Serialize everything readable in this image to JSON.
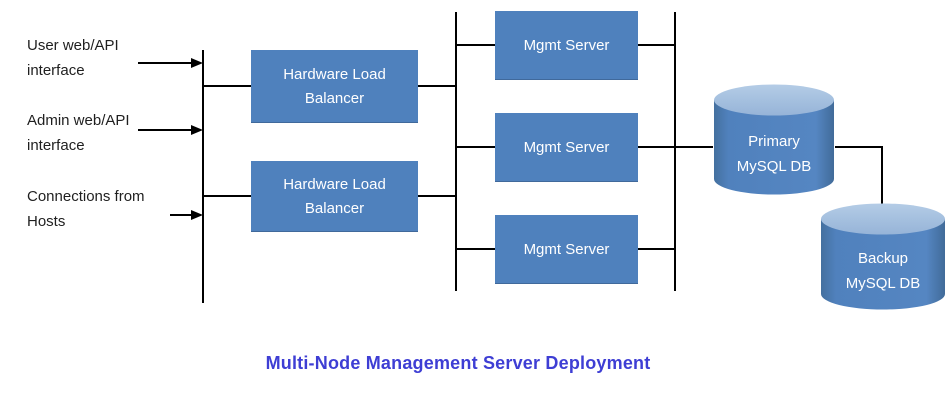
{
  "diagram": {
    "title": "Multi-Node Management Server Deployment",
    "colors": {
      "node_fill": "#4f81bd",
      "cylinder_top": "#a6c0df",
      "title_text": "#3e3ed4",
      "connector_line": "#000000",
      "label_text": "#1f1f1f"
    },
    "inputs": [
      {
        "line1": "User web/API",
        "line2": "interface"
      },
      {
        "line1": "Admin web/API",
        "line2": "interface"
      },
      {
        "line1": "Connections from",
        "line2": "Hosts"
      }
    ],
    "load_balancers": [
      {
        "label": "Hardware Load Balancer"
      },
      {
        "label": "Hardware Load Balancer"
      }
    ],
    "mgmt_servers": [
      {
        "label": "Mgmt Server"
      },
      {
        "label": "Mgmt Server"
      },
      {
        "label": "Mgmt Server"
      }
    ],
    "databases": [
      {
        "line1": "Primary",
        "line2": "MySQL DB"
      },
      {
        "line1": "Backup",
        "line2": "MySQL DB"
      }
    ]
  }
}
